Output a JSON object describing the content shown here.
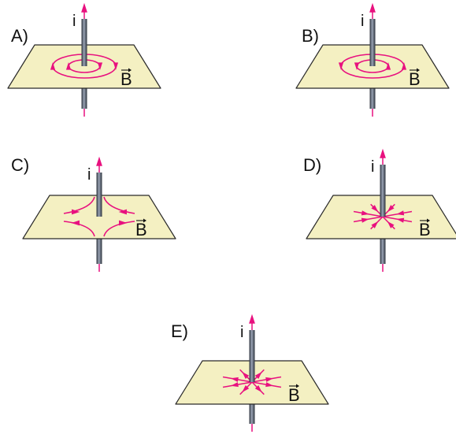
{
  "colors": {
    "plane_fill": "#f4f0c2",
    "plane_stroke": "#2a2a2a",
    "field_line": "#e8117f",
    "wire_dark": "#3c4350",
    "wire_light": "#8a95a6",
    "current": "#e8117f"
  },
  "current_label": "i",
  "field_label": "B",
  "options": [
    {
      "label": "A)",
      "pattern": "circles-clockwise"
    },
    {
      "label": "B)",
      "pattern": "circles-counterclockwise"
    },
    {
      "label": "C)",
      "pattern": "hyperbolic"
    },
    {
      "label": "D)",
      "pattern": "radial-inward"
    },
    {
      "label": "E)",
      "pattern": "radial-outward"
    }
  ]
}
